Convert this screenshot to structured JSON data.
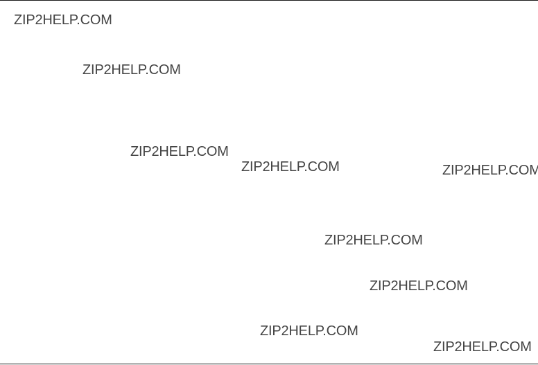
{
  "watermarks": [
    "ZIP2HELP.COM",
    "ZIP2HELP.COM",
    "ZIP2HELP.COM",
    "ZIP2HELP.COM",
    "ZIP2HELP.COM",
    "ZIP2HELP.COM",
    "ZIP2HELP.COM",
    "ZIP2HELP.COM",
    "ZIP2HELP.COM"
  ],
  "colors": {
    "background": "#ffffff",
    "text": "#444444",
    "rule": "#1a1a1a"
  }
}
